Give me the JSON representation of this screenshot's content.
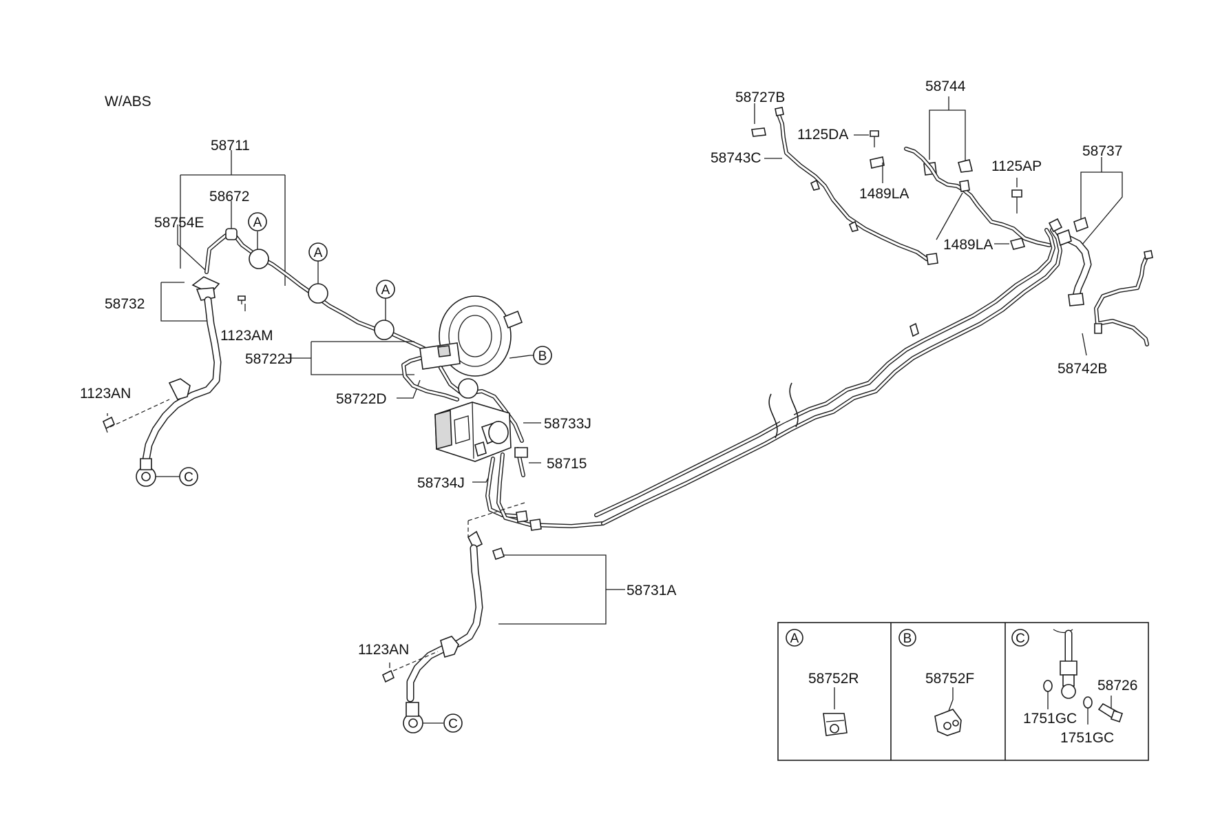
{
  "diagram": {
    "variant_label": "W/ABS",
    "part_labels": {
      "p58711": "58711",
      "p58672": "58672",
      "p58754E": "58754E",
      "p58732": "58732",
      "p1123AM": "1123AM",
      "p1123AN_upper": "1123AN",
      "p58722J": "58722J",
      "p58722D": "58722D",
      "p58733J": "58733J",
      "p58715": "58715",
      "p58734J": "58734J",
      "p58731A": "58731A",
      "p1123AN_lower": "1123AN",
      "p58727B": "58727B",
      "p58743C": "58743C",
      "p1125DA": "1125DA",
      "p58744": "58744",
      "p1489LA_upper": "1489LA",
      "p1489LA_lower": "1489LA",
      "p1125AP": "1125AP",
      "p58737": "58737",
      "p58742B": "58742B"
    },
    "callout_letters": {
      "a": "A",
      "b": "B",
      "c": "C"
    },
    "detail_panels": [
      {
        "letter": "A",
        "parts": [
          "58752R"
        ]
      },
      {
        "letter": "B",
        "parts": [
          "58752F"
        ]
      },
      {
        "letter": "C",
        "parts": [
          "58726",
          "1751GC",
          "1751GC"
        ]
      }
    ]
  }
}
